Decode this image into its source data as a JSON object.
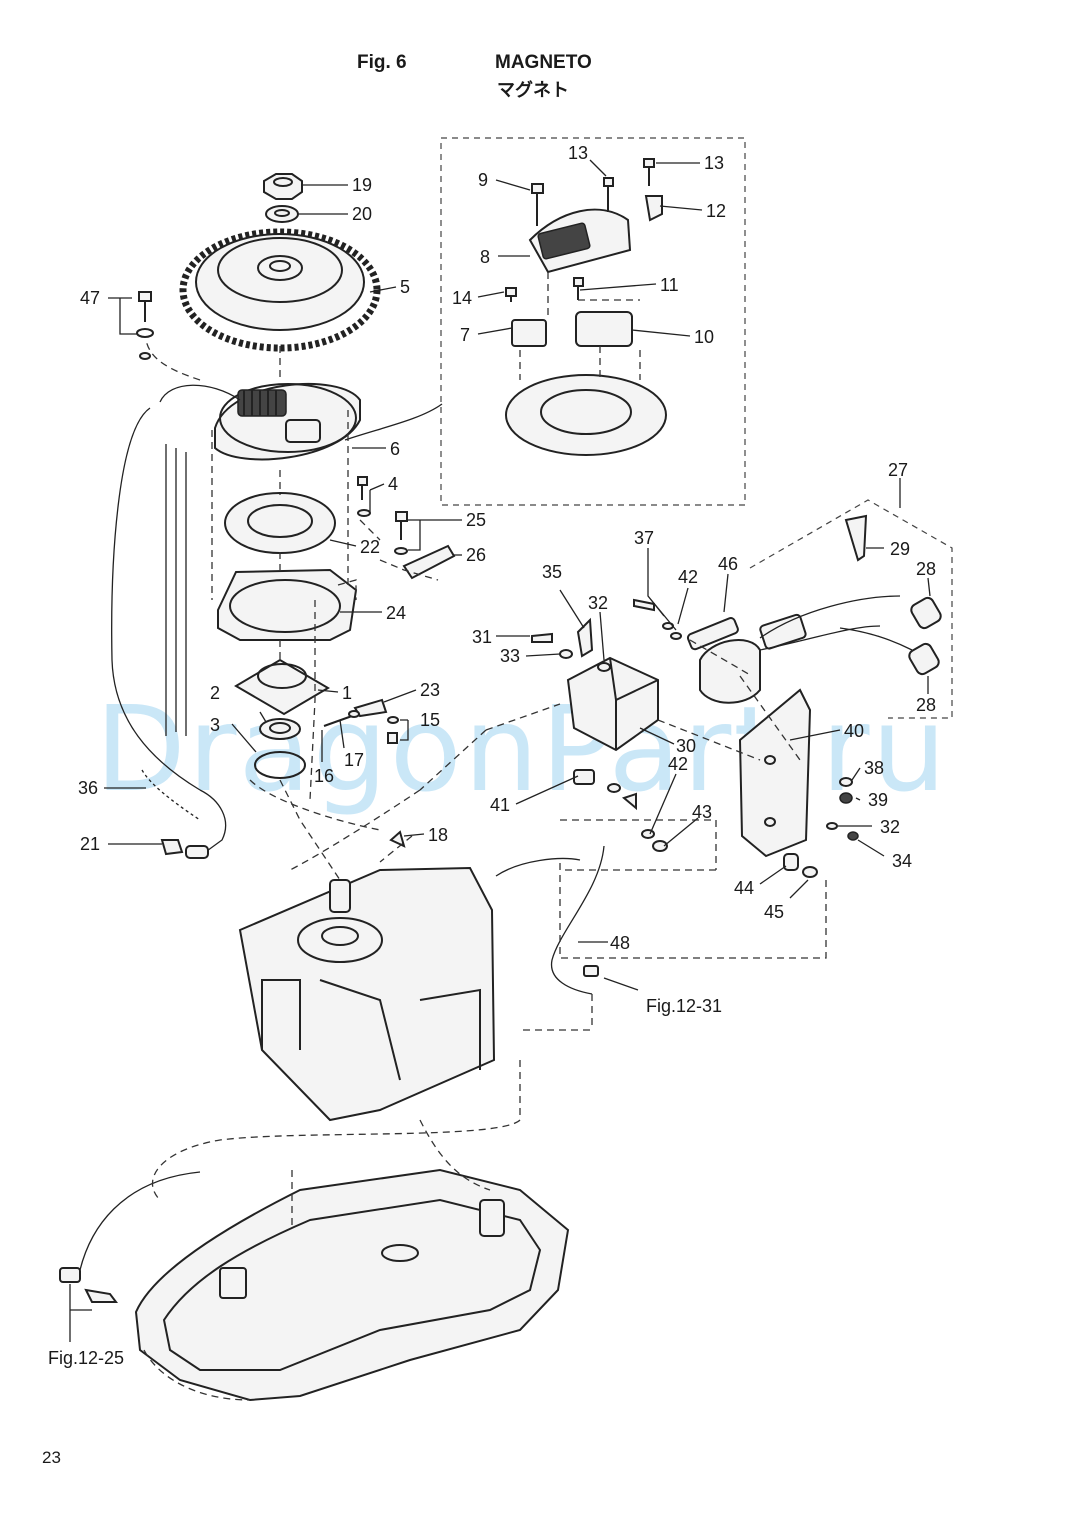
{
  "header": {
    "fig_label": "Fig. 6",
    "title": "MAGNETO",
    "title_jp": "マグネト"
  },
  "page_number": "23",
  "watermark": "DragonPart.ru",
  "callouts": {
    "p1": "1",
    "p2": "2",
    "p3": "3",
    "p4": "4",
    "p5": "5",
    "p6": "6",
    "p7": "7",
    "p8": "8",
    "p9": "9",
    "p10": "10",
    "p11": "11",
    "p12": "12",
    "p13a": "13",
    "p13b": "13",
    "p14": "14",
    "p15": "15",
    "p16": "16",
    "p17": "17",
    "p18": "18",
    "p19": "19",
    "p20": "20",
    "p21": "21",
    "p22": "22",
    "p23": "23",
    "p24": "24",
    "p25": "25",
    "p26": "26",
    "p27": "27",
    "p28a": "28",
    "p28b": "28",
    "p29": "29",
    "p30": "30",
    "p31": "31",
    "p32a": "32",
    "p32b": "32",
    "p33": "33",
    "p34": "34",
    "p35": "35",
    "p36": "36",
    "p37": "37",
    "p38": "38",
    "p39": "39",
    "p40": "40",
    "p41": "41",
    "p42a": "42",
    "p42b": "42",
    "p43": "43",
    "p44": "44",
    "p45": "45",
    "p46": "46",
    "p47": "47",
    "p48": "48"
  },
  "references": {
    "fig12_31": "Fig.12-31",
    "fig12_25": "Fig.12-25"
  }
}
